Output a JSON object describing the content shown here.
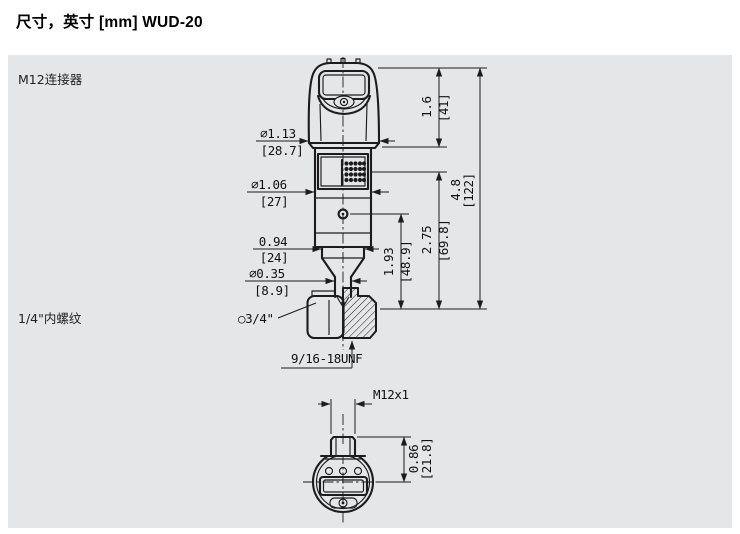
{
  "title": "尺寸，英寸 [mm] WUD-20",
  "colors": {
    "panel_bg": "#e5e6e8",
    "line": "#1c1c1c",
    "title_color": "#000000"
  },
  "annotations": {
    "m12_connector": "M12连接器",
    "quarter_inch_thread": "1/4\"内螺纹"
  },
  "dimensions": {
    "head_width_in": "⌀1.13",
    "head_width_mm": "[28.7]",
    "body_width_in": "⌀1.06",
    "body_width_mm": "[27]",
    "collar_width_in": "0.94",
    "collar_width_mm": "[24]",
    "stem_width_in": "⌀0.35",
    "stem_width_mm": "[8.9]",
    "head_height_in": "1.6",
    "head_height_mm": "[41]",
    "lower_height_in": "2.75",
    "lower_height_mm": "[69.8]",
    "stem_height_in": "1.93",
    "stem_height_mm": "[48.9]",
    "total_height_in": "4.8",
    "total_height_mm": "[122]",
    "top_view_height_in": "0.86",
    "top_view_height_mm": "[21.8]",
    "hex_size": "○3/4\"",
    "thread_spec": "9/16-18UNF",
    "connector_thread": "M12x1"
  }
}
